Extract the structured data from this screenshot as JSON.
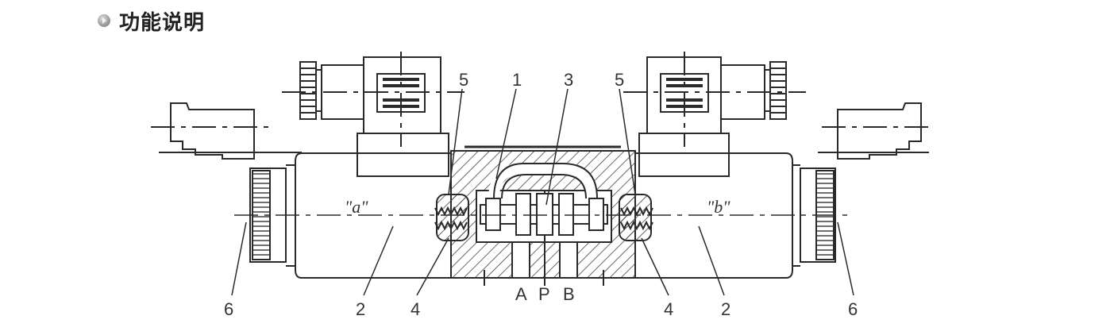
{
  "header": {
    "title": "功能说明",
    "bullet_icon": "disc-bullet-icon"
  },
  "diagram": {
    "description_labels": {
      "part_1": "1",
      "part_2_left": "2",
      "part_2_right": "2",
      "part_3": "3",
      "part_4_left": "4",
      "part_4_right": "4",
      "part_5_left": "5",
      "part_5_right": "5",
      "part_6_left": "6",
      "part_6_right": "6"
    },
    "solenoid_labels": {
      "left": "\"a\"",
      "right": "\"b\""
    },
    "port_labels": {
      "a": "A",
      "p": "P",
      "b": "B"
    }
  },
  "colors": {
    "line": "#2a2a2a",
    "hatch": "#444444",
    "text": "#333333"
  }
}
